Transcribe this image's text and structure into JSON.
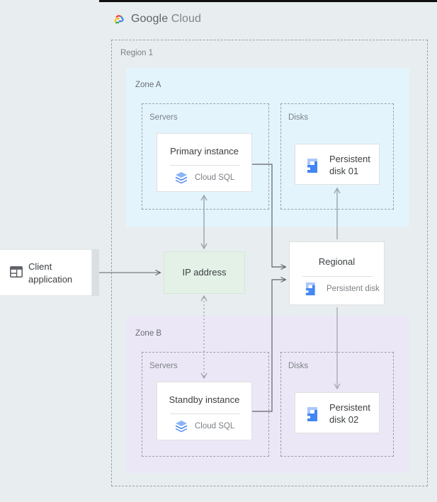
{
  "brand": {
    "logo_icon": "google-cloud-logo-icon",
    "name_bold": "Google",
    "name_light": "Cloud"
  },
  "region": {
    "label": "Region 1"
  },
  "zones": {
    "a": {
      "label": "Zone A",
      "bg_color": "#e3f4fd",
      "groups": {
        "servers": "Servers",
        "disks": "Disks"
      }
    },
    "b": {
      "label": "Zone B",
      "bg_color": "#ece7f6",
      "groups": {
        "servers": "Servers",
        "disks": "Disks"
      }
    }
  },
  "nodes": {
    "client": {
      "title_line1": "Client",
      "title_line2": "application",
      "icon": "browser-window-icon"
    },
    "ip_address": {
      "title": "IP address",
      "bg_color": "#e3f1e7"
    },
    "primary_instance": {
      "title": "Primary instance",
      "service": "Cloud SQL",
      "icon": "cloud-sql-icon"
    },
    "standby_instance": {
      "title": "Standby instance",
      "service": "Cloud SQL",
      "icon": "cloud-sql-icon"
    },
    "persistent_disk_01": {
      "title_line1": "Persistent",
      "title_line2": "disk 01",
      "icon": "persistent-disk-icon"
    },
    "persistent_disk_02": {
      "title_line1": "Persistent",
      "title_line2": "disk 02",
      "icon": "persistent-disk-icon"
    },
    "regional_disk": {
      "title": "Regional",
      "service": "Persistent disk",
      "icon": "persistent-disk-icon"
    }
  },
  "colors": {
    "canvas_bg": "#e8edef",
    "dashed_border": "#9aa0a6",
    "wire": "#5f6368",
    "disk_icon_light": "#a8c7fa",
    "disk_icon_dark": "#4285f4",
    "sql_icon": "#5b8def",
    "text_primary": "#3c4043",
    "text_muted": "#7b8186"
  }
}
